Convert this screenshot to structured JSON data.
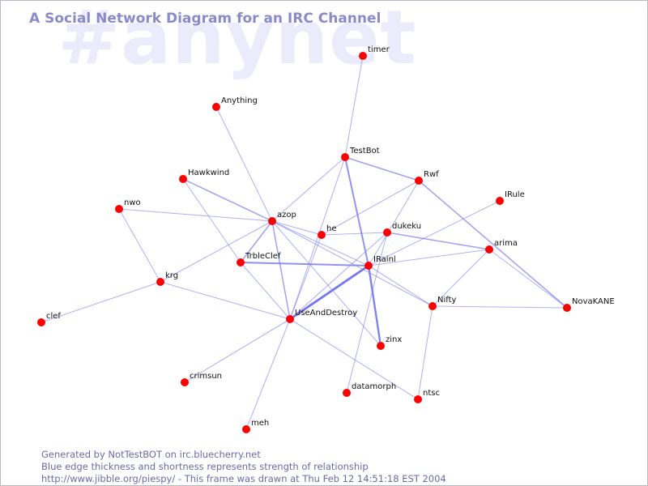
{
  "watermark": "#anynet",
  "title": "A Social Network Diagram for an IRC Channel",
  "colors": {
    "node": "#ff0000",
    "edge": "#7777ee",
    "title": "#8a8ac8",
    "watermark": "#ebebfb",
    "footer": "#6a6aaa"
  },
  "nodes": [
    {
      "id": "timer",
      "label": "timer"
    },
    {
      "id": "Anything",
      "label": "Anything"
    },
    {
      "id": "TestBot",
      "label": "TestBot"
    },
    {
      "id": "Hawkwind",
      "label": "Hawkwind"
    },
    {
      "id": "Rwf",
      "label": "Rwf"
    },
    {
      "id": "IRule",
      "label": "IRule"
    },
    {
      "id": "nwo",
      "label": "nwo"
    },
    {
      "id": "azop",
      "label": "azop"
    },
    {
      "id": "he",
      "label": "he"
    },
    {
      "id": "dukeku",
      "label": "dukeku"
    },
    {
      "id": "arima",
      "label": "arima"
    },
    {
      "id": "TrbleClef",
      "label": "TrbleClef"
    },
    {
      "id": "IRainl",
      "label": "IRainl"
    },
    {
      "id": "krg",
      "label": "krg"
    },
    {
      "id": "Nifty",
      "label": "Nifty"
    },
    {
      "id": "NovaKANE",
      "label": "NovaKANE"
    },
    {
      "id": "clef",
      "label": "clef"
    },
    {
      "id": "UseAndDestroy",
      "label": "UseAndDestroy"
    },
    {
      "id": "zinx",
      "label": "zinx"
    },
    {
      "id": "crimsun",
      "label": "crimsun"
    },
    {
      "id": "datamorph",
      "label": "datamorph"
    },
    {
      "id": "ntsc",
      "label": "ntsc"
    },
    {
      "id": "meh",
      "label": "meh"
    }
  ],
  "edges": [
    {
      "source": "timer",
      "target": "TestBot",
      "weight": 1
    },
    {
      "source": "Anything",
      "target": "azop",
      "weight": 1
    },
    {
      "source": "TestBot",
      "target": "azop",
      "weight": 1
    },
    {
      "source": "TestBot",
      "target": "Rwf",
      "weight": 2
    },
    {
      "source": "TestBot",
      "target": "IRainl",
      "weight": 3
    },
    {
      "source": "TestBot",
      "target": "UseAndDestroy",
      "weight": 1
    },
    {
      "source": "Hawkwind",
      "target": "azop",
      "weight": 2
    },
    {
      "source": "Hawkwind",
      "target": "TrbleClef",
      "weight": 1
    },
    {
      "source": "Rwf",
      "target": "he",
      "weight": 1
    },
    {
      "source": "Rwf",
      "target": "IRainl",
      "weight": 1
    },
    {
      "source": "Rwf",
      "target": "NovaKANE",
      "weight": 2
    },
    {
      "source": "IRule",
      "target": "IRainl",
      "weight": 1
    },
    {
      "source": "nwo",
      "target": "azop",
      "weight": 1
    },
    {
      "source": "nwo",
      "target": "krg",
      "weight": 1
    },
    {
      "source": "azop",
      "target": "he",
      "weight": 1
    },
    {
      "source": "azop",
      "target": "TrbleClef",
      "weight": 2
    },
    {
      "source": "azop",
      "target": "krg",
      "weight": 1
    },
    {
      "source": "azop",
      "target": "UseAndDestroy",
      "weight": 2
    },
    {
      "source": "azop",
      "target": "IRainl",
      "weight": 1
    },
    {
      "source": "azop",
      "target": "Nifty",
      "weight": 1
    },
    {
      "source": "azop",
      "target": "zinx",
      "weight": 1
    },
    {
      "source": "he",
      "target": "dukeku",
      "weight": 1
    },
    {
      "source": "he",
      "target": "UseAndDestroy",
      "weight": 1
    },
    {
      "source": "dukeku",
      "target": "arima",
      "weight": 2
    },
    {
      "source": "dukeku",
      "target": "UseAndDestroy",
      "weight": 1
    },
    {
      "source": "dukeku",
      "target": "datamorph",
      "weight": 1
    },
    {
      "source": "arima",
      "target": "IRainl",
      "weight": 1
    },
    {
      "source": "arima",
      "target": "Nifty",
      "weight": 1
    },
    {
      "source": "arima",
      "target": "NovaKANE",
      "weight": 1
    },
    {
      "source": "TrbleClef",
      "target": "IRainl",
      "weight": 3
    },
    {
      "source": "TrbleClef",
      "target": "UseAndDestroy",
      "weight": 1
    },
    {
      "source": "IRainl",
      "target": "UseAndDestroy",
      "weight": 5
    },
    {
      "source": "IRainl",
      "target": "zinx",
      "weight": 4
    },
    {
      "source": "IRainl",
      "target": "Nifty",
      "weight": 1
    },
    {
      "source": "krg",
      "target": "clef",
      "weight": 1
    },
    {
      "source": "krg",
      "target": "UseAndDestroy",
      "weight": 1
    },
    {
      "source": "Nifty",
      "target": "NovaKANE",
      "weight": 1
    },
    {
      "source": "Nifty",
      "target": "ntsc",
      "weight": 1
    },
    {
      "source": "UseAndDestroy",
      "target": "crimsun",
      "weight": 1
    },
    {
      "source": "UseAndDestroy",
      "target": "meh",
      "weight": 1
    },
    {
      "source": "UseAndDestroy",
      "target": "ntsc",
      "weight": 1
    }
  ],
  "footer": {
    "line1": "Generated by NotTestBOT on irc.bluecherry.net",
    "line2": "Blue edge thickness and shortness represents strength of relationship",
    "line3": "http://www.jibble.org/piespy/ - This frame was drawn at Thu Feb 12 14:51:18 EST 2004"
  }
}
